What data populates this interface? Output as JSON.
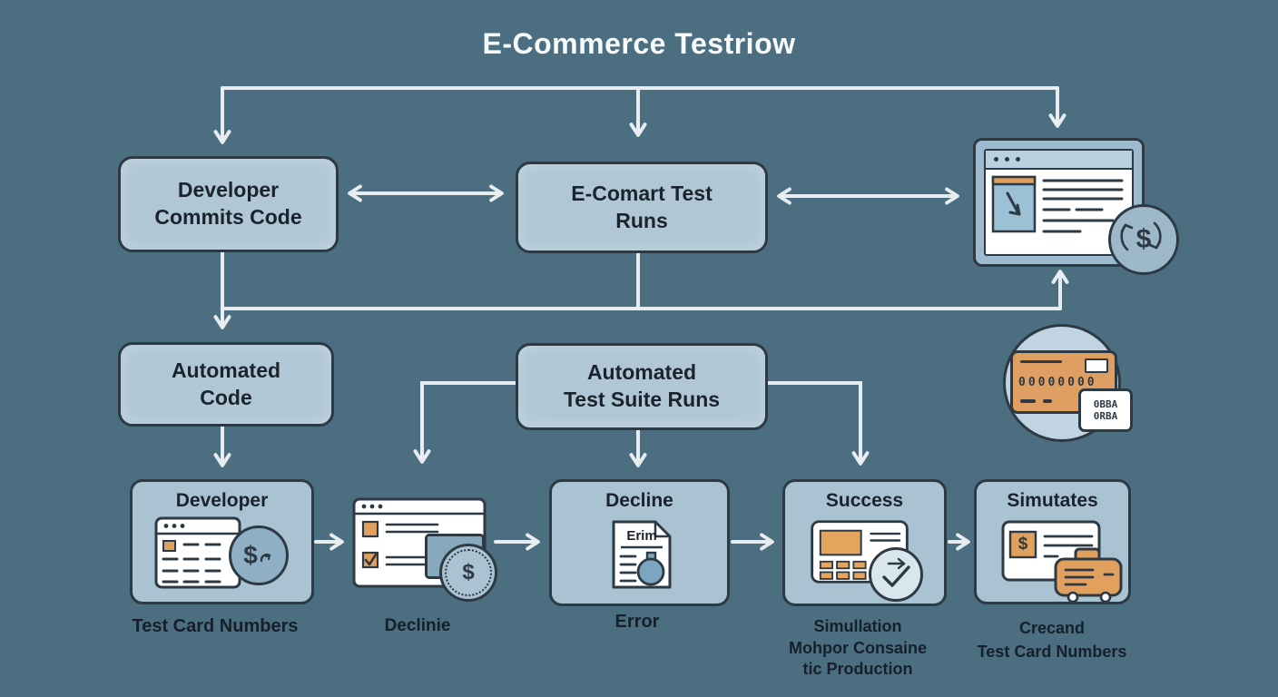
{
  "title": "E-Commerce Testriow",
  "boxes": {
    "developer_commits": {
      "line1": "Developer",
      "line2": "Commits Code"
    },
    "ecomart_test": {
      "line1": "E-Comart Test",
      "line2": "Runs"
    },
    "automated_code": {
      "line1": "Automated",
      "line2": "Code"
    },
    "automated_suite": {
      "line1": "Automated",
      "line2": "Test Suite Runs"
    }
  },
  "nodes": {
    "developer": {
      "title": "Developer",
      "caption": "Test Card Numbers"
    },
    "declinie": {
      "caption": "Declinie"
    },
    "decline": {
      "title": "Decline",
      "doc_label": "Erim",
      "caption": "Error"
    },
    "success": {
      "title": "Success",
      "caption_line1": "Simullation",
      "caption_line2": "Mohpor Consaine",
      "caption_line3": "tic Production"
    },
    "simutates": {
      "title": "Simutates",
      "caption_line1": "Crecand",
      "caption_line2": "Test Card Numbers"
    }
  },
  "card_icon": {
    "digits": "00000000",
    "tag_line1": "0BBA",
    "tag_line2": "0RBA"
  },
  "glyphs": {
    "dollar": "$"
  },
  "colors": {
    "background": "#4c6e81",
    "box_fill": "#b0c8d6",
    "node_fill": "#a9c3d3",
    "accent_orange": "#e2a05e",
    "arrow": "#e7edf0",
    "ink": "#2d3a44"
  }
}
